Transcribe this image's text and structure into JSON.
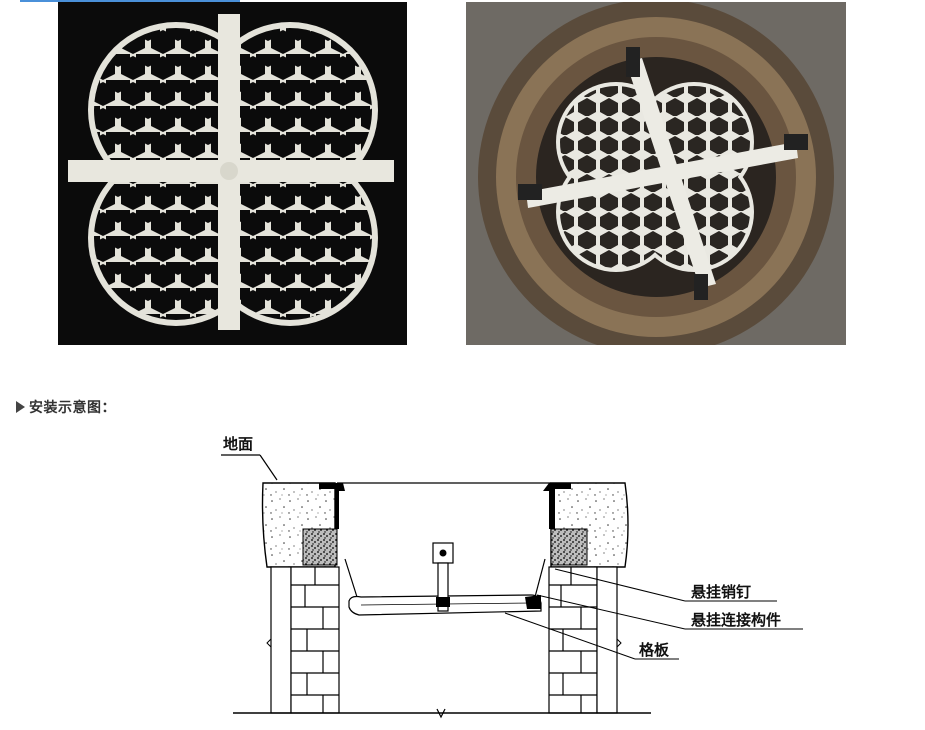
{
  "section": {
    "heading": "安装示意图："
  },
  "photos": {
    "left_icon": "hex-grid-plate-icon",
    "right_icon": "manhole-with-grid-icon"
  },
  "diagram": {
    "labels": {
      "ground": "地面",
      "pin": "悬挂销钉",
      "connector": "悬挂连接构件",
      "plate": "格板"
    }
  },
  "colors": {
    "accent": "#4a90d9",
    "text": "#333333",
    "plate": "#e8e6dc"
  }
}
